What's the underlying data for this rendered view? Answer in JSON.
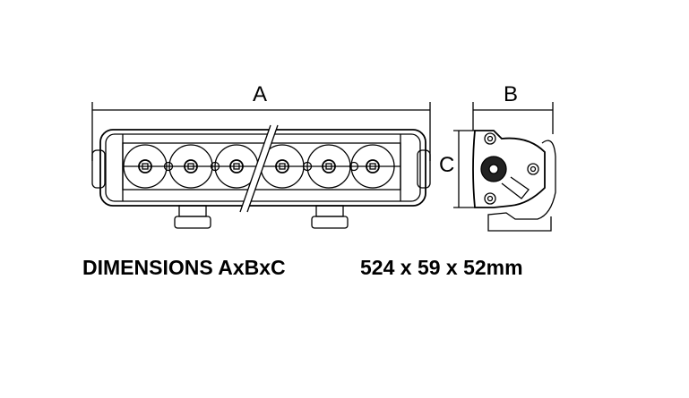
{
  "labels": {
    "a": "A",
    "b": "B",
    "c": "C"
  },
  "caption": {
    "title": "DIMENSIONS AxBxC",
    "value": "524 x 59 x 52mm"
  }
}
